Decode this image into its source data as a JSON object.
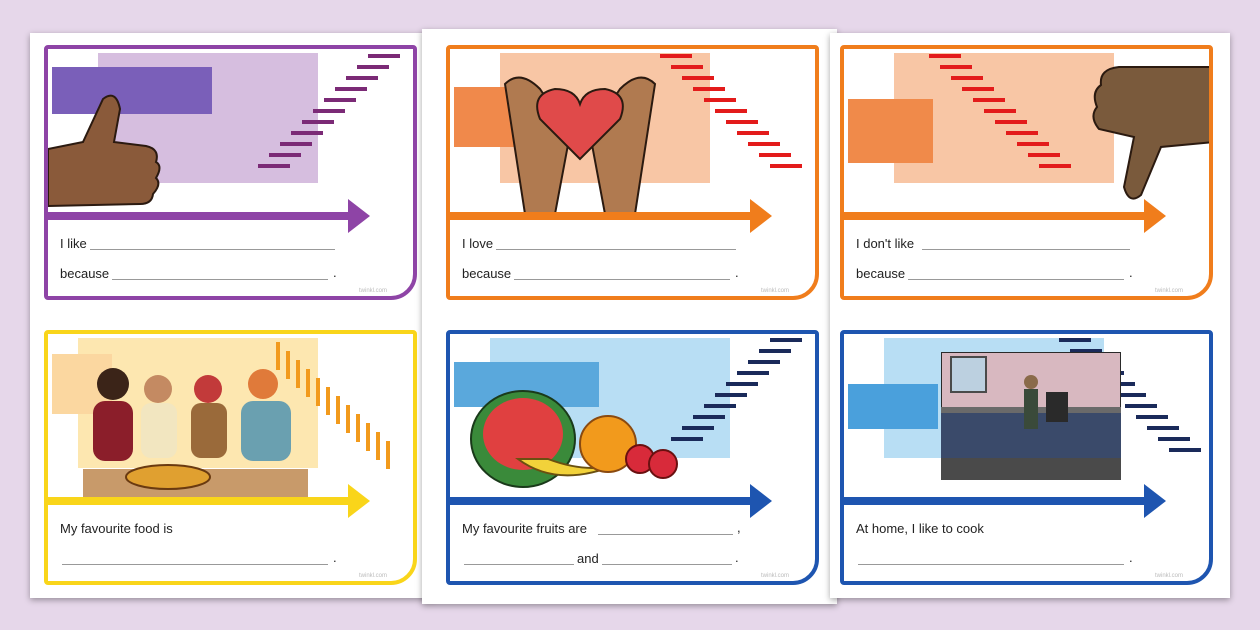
{
  "cards": [
    {
      "line1": "I like",
      "line2": "because",
      "punct": "."
    },
    {
      "line1": "I love",
      "line2": "because",
      "punct": "."
    },
    {
      "line1": "I don't like",
      "line2": "because",
      "punct": "."
    },
    {
      "line1": "My favourite food is",
      "punct": "."
    },
    {
      "line1": "My favourite fruits are",
      "comma": ",",
      "and": "and",
      "punct": "."
    },
    {
      "line1": "At home, I like to cook",
      "punct": "."
    }
  ],
  "colors": {
    "purple": "#8e44a6",
    "orange": "#f07d1c",
    "yellow": "#f9d51a",
    "blue": "#1e55b0"
  },
  "brand": "twinkl.com"
}
